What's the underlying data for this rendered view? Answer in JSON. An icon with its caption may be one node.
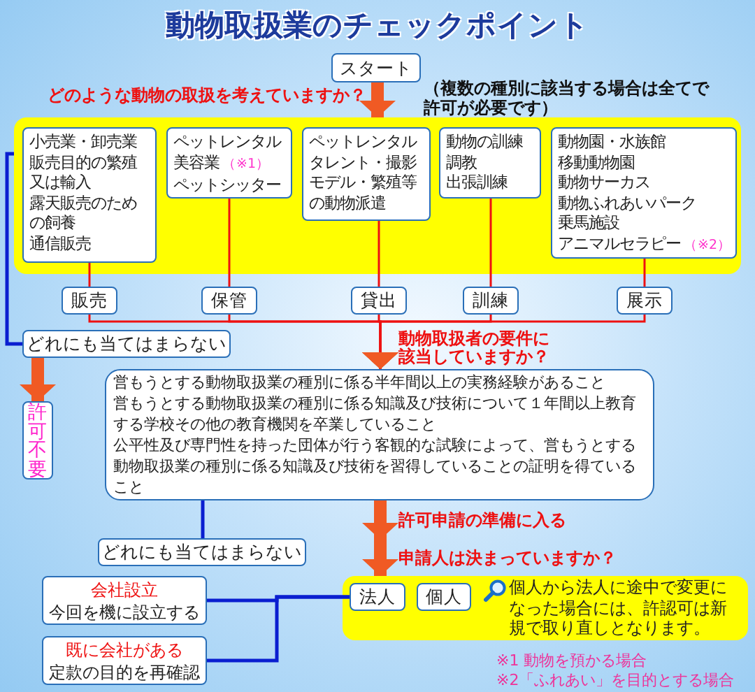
{
  "diagram": {
    "title": "動物取扱業のチェックポイント",
    "nodes": [
      {
        "text": [
          "スタート"
        ]
      },
      {
        "text": [],
        "shape": "box"
      },
      {
        "text": [
          "小売業・卸売業",
          "販売目的の繁殖",
          "又は輸入",
          "露天販売のための飼養",
          "通信販売"
        ],
        "in": 1
      },
      {
        "text": [
          "ペットレンタル",
          "美容業",
          "（※1）",
          "ペットシッター"
        ],
        "in": 1
      },
      {
        "text": [
          "ペットレンタル",
          "タレント・撮影",
          "モデル・繁殖等の動物派遣"
        ],
        "in": 1
      },
      {
        "text": [
          "動物の訓練",
          "調教",
          "出張訓練"
        ],
        "in": 1
      },
      {
        "text": [
          "動物園・水族館",
          "移動動物園",
          "動物サーカス",
          "動物ふれあいパーク",
          "乗馬施設",
          "アニマルセラピー",
          "（※2）"
        ],
        "in": 1
      },
      {
        "text": [
          "販売"
        ]
      },
      {
        "text": [
          "保管"
        ]
      },
      {
        "text": [
          "貸出"
        ]
      },
      {
        "text": [
          "訓練"
        ]
      },
      {
        "text": [
          "展示"
        ]
      },
      {
        "text": [
          "どれにも当てはまらない"
        ]
      },
      {
        "text": [
          "許可不要"
        ]
      },
      {
        "text": [
          "営もうとする動物取扱業の種別に係る半年間以上の実務経験があること",
          "営もうとする動物取扱業の種別に係る知識及び技術について１年間以上教育する学校その他の教育機関を卒業していること",
          "公平性及び専門性を持った団体が行う客観的な試験によって、営もうとする動物取扱業の種別に係る知識及び技術を習得していることの証明を得ていること"
        ]
      },
      {
        "text": [
          "どれにも当てはまらない"
        ]
      },
      {
        "text": [
          "会社設立",
          "今回を機に設立する"
        ]
      },
      {
        "text": [
          "既に会社がある",
          "定款の目的を再確認"
        ]
      },
      {
        "text": [
          "個人から法人に途中で変更になった場合には、許認可は新規で取り直しとなります。"
        ]
      },
      {
        "text": [
          "法人"
        ],
        "in": 18
      },
      {
        "text": [
          "個人"
        ],
        "in": 18
      }
    ],
    "edges": [
      {
        "from": 0,
        "to": 1,
        "arrow": "to",
        "label": "どのような動物の取扱を考えていますか？",
        "style": "thick",
        "color": "#f05a24"
      },
      {
        "from": 2,
        "to": 7,
        "arrow": "none"
      },
      {
        "from": 3,
        "to": 8,
        "arrow": "none"
      },
      {
        "from": 4,
        "to": 9,
        "arrow": "none"
      },
      {
        "from": 5,
        "to": 10,
        "arrow": "none"
      },
      {
        "from": 6,
        "to": 11,
        "arrow": "none"
      },
      {
        "from": 7,
        "to": 14,
        "arrow": "to"
      },
      {
        "from": 8,
        "to": 14,
        "arrow": "to"
      },
      {
        "from": 9,
        "to": 14,
        "arrow": "to",
        "label": "動物取扱者の要件に該当していますか？"
      },
      {
        "from": 10,
        "to": 14,
        "arrow": "to"
      },
      {
        "from": 11,
        "to": 14,
        "arrow": "to"
      },
      {
        "from": 1,
        "to": 12,
        "arrow": "none",
        "color": "#0a1ed0"
      },
      {
        "from": 12,
        "to": 13,
        "arrow": "to",
        "style": "thick",
        "color": "#f05a24"
      },
      {
        "from": 14,
        "to": 15,
        "arrow": "none",
        "color": "#0a1ed0"
      },
      {
        "from": 14,
        "to": 18,
        "arrow": "to",
        "label": "許可申請の準備に入る",
        "style": "thick",
        "color": "#f05a24"
      },
      {
        "from": 16,
        "to": 19,
        "arrow": "none",
        "color": "#0a1ed0"
      },
      {
        "from": 17,
        "to": 19,
        "arrow": "none",
        "color": "#0a1ed0"
      }
    ],
    "labels": [
      "（複数の種別に該当する場合は全てで許可が必要です）",
      "申請人は決まっていますか？",
      "※1 動物を預かる場合",
      "※2「ふれあい」を目的とする場合"
    ]
  }
}
